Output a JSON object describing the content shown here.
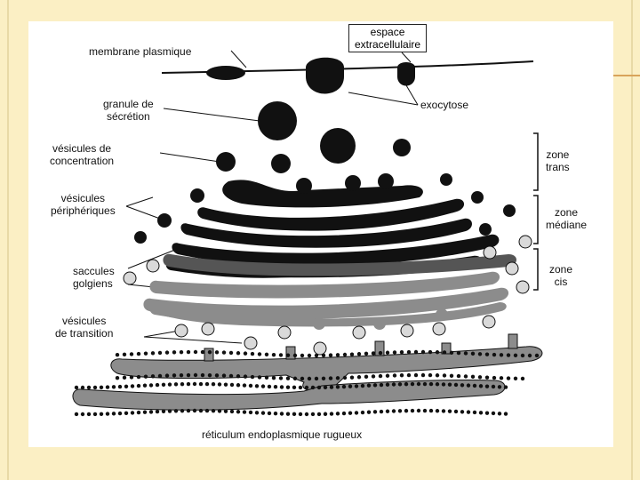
{
  "slide": {
    "background": "#fbefc4",
    "accent": "#d8a35a"
  },
  "labels": {
    "membrane": "membrane plasmique",
    "espace_line1": "espace",
    "espace_line2": "extracellulaire",
    "exocytose": "exocytose",
    "granule_line1": "granule de",
    "granule_line2": "sécrétion",
    "vesicules_concentration_line1": "vésicules de",
    "vesicules_concentration_line2": "concentration",
    "vesicules_peripheriques_line1": "vésicules",
    "vesicules_peripheriques_line2": "périphériques",
    "saccules_line1": "saccules",
    "saccules_line2": "golgiens",
    "vesicules_transition_line1": "vésicules",
    "vesicules_transition_line2": "de transition",
    "zone_trans_line1": "zone",
    "zone_trans_line2": "trans",
    "zone_mediane_line1": "zone",
    "zone_mediane_line2": "médiane",
    "zone_cis_line1": "zone",
    "zone_cis_line2": "cis",
    "reticulum": "réticulum endoplasmique rugueux"
  },
  "colors": {
    "dark": "#111111",
    "grey_saccule": "#8c8c8c",
    "light_vesicle": "#d9d9d9"
  }
}
